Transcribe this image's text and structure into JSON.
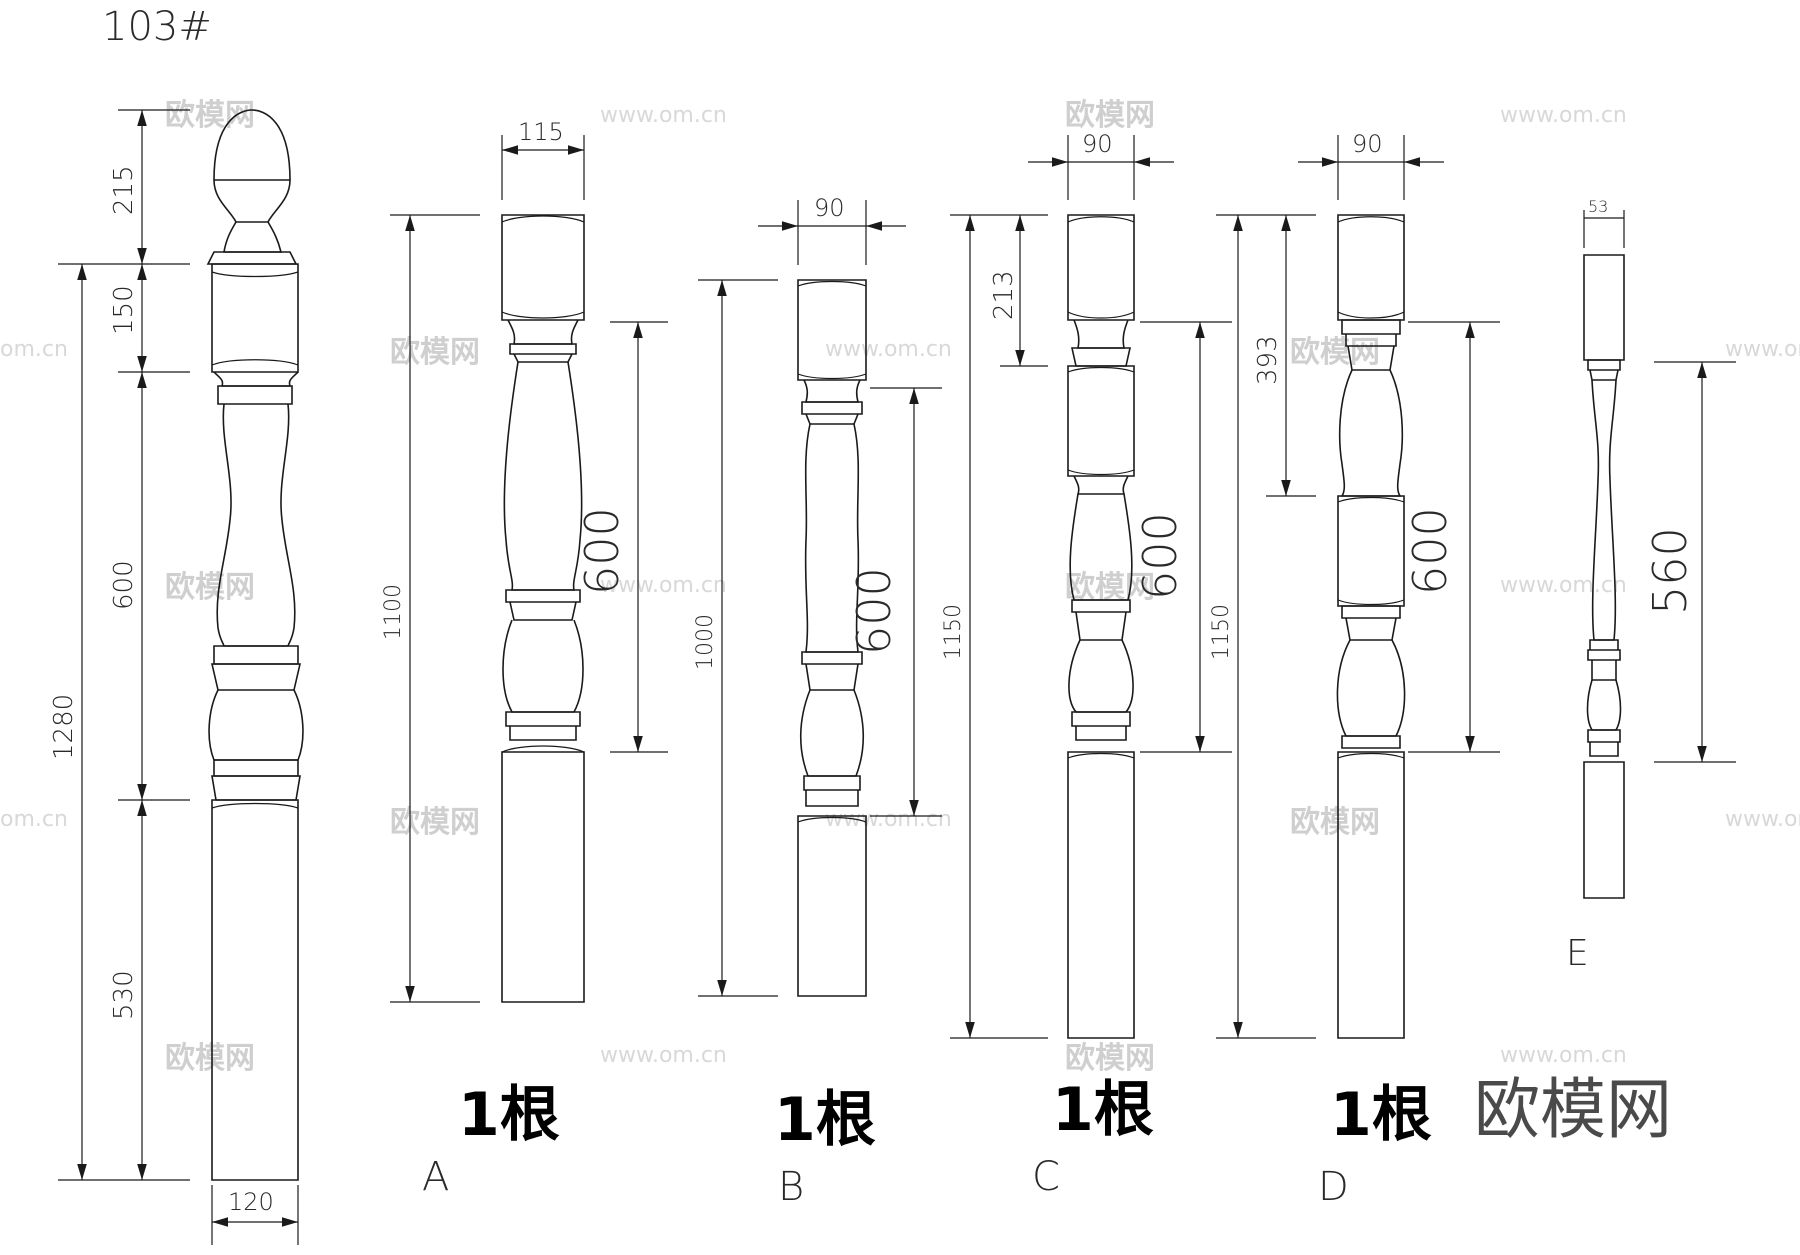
{
  "drawing_id": "103#",
  "watermark": {
    "site": "www.om.cn",
    "brand": "欧模网",
    "fragment": "om.cn"
  },
  "logo_text": "欧模网",
  "quantity_label": "1根",
  "columns": {
    "main": {
      "width": "120",
      "total": "1280",
      "segments": [
        "215",
        "150",
        "600",
        "530"
      ]
    },
    "A": {
      "letter": "A",
      "width": "115",
      "height": "1100",
      "section": "600"
    },
    "B": {
      "letter": "B",
      "width": "90",
      "height": "1000",
      "section": "600"
    },
    "C": {
      "letter": "C",
      "width": "90",
      "height": "1150",
      "top": "213",
      "section": "600"
    },
    "D": {
      "letter": "D",
      "width": "90",
      "height": "1150",
      "top": "393",
      "section": "600"
    },
    "E": {
      "letter": "E",
      "width": "53",
      "section": "560"
    }
  }
}
